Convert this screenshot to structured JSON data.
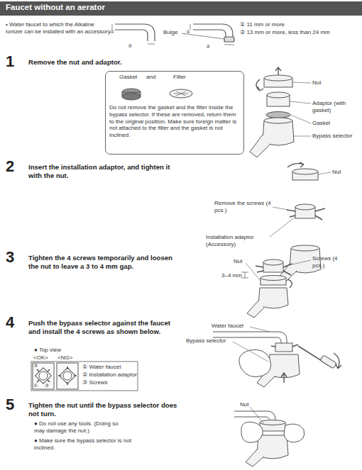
{
  "diagram": {
    "title": "Faucet without an aerator",
    "nodes": [
      {
        "text": [
          "Gasket",
          "and",
          "Filter",
          "Do not remove the gasket and the filter inside the bypass selector. If these are removed, return them to the original position. Make sure foreign matter is not attached to the filter and the gasket is not inclined."
        ]
      }
    ],
    "labels": [
      "• Water faucet to which the Alkaline Ionizer can be installed with an accessory.",
      "①",
      "②",
      "Bulge",
      "①",
      "②",
      "① 11 mm or more",
      "② 13 mm or more, less than 24 mm",
      "1",
      "Remove the nut and adaptor.",
      "Nut",
      "Adaptor (with gasket)",
      "Gasket",
      "Bypass selector",
      "2",
      "Insert the installation adaptor, and tighten it with the nut.",
      "Remove the screws (4 pcs.)",
      "Nut",
      "Installation adaptor (Accessory)",
      "3",
      "Tighten the 4 screws temporarily and loosen the nut to leave a 3 to 4 mm gap.",
      "Nut",
      "Screws (4 pcs.)",
      "3–4 mm",
      "4",
      "Push the bypass selector against the faucet and install the 4 screws as shown below.",
      "● Top view",
      "<OK>",
      "<NG>",
      "①",
      "②",
      "③",
      "① Water faucet",
      "② Installation adaptor",
      "③ Screws",
      "Water faucet",
      "Bypass selector",
      "5",
      "Tighten the nut until the bypass selector does not turn.",
      "● Do not use any tools. (Doing so may damage the nut.)",
      "● Make sure the bypass selector is not inclined.",
      "Nut"
    ]
  }
}
